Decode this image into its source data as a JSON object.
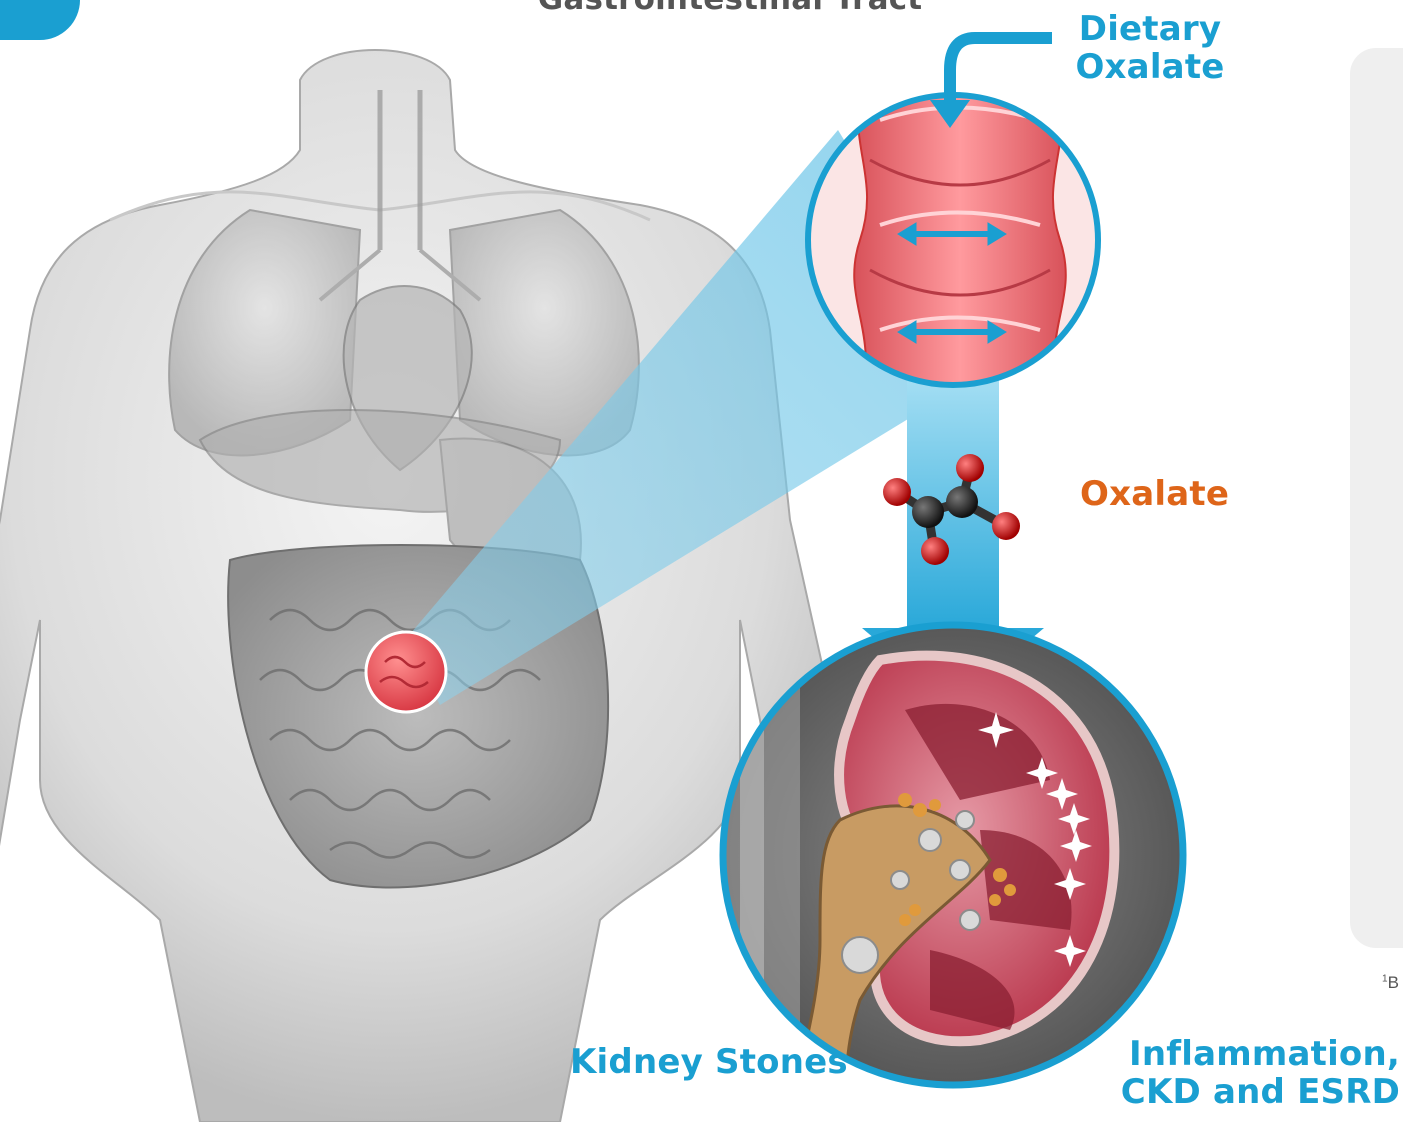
{
  "title": "Gastrointestinal Tract",
  "labels": {
    "dietary_oxalate": [
      "Dietary",
      "Oxalate"
    ],
    "oxalate": "Oxalate",
    "kidney_stones": "Kidney Stones",
    "outcome": [
      "Inflammation,",
      "CKD and ESRD"
    ]
  },
  "reference_marker": {
    "sup": "1",
    "text": "B"
  },
  "colors": {
    "accent_blue": "#1a9fd1",
    "oxalate_orange": "#de6519",
    "title_gray": "#555555",
    "intestine_red": "#e8525a",
    "kidney_red": "#b8344a"
  }
}
